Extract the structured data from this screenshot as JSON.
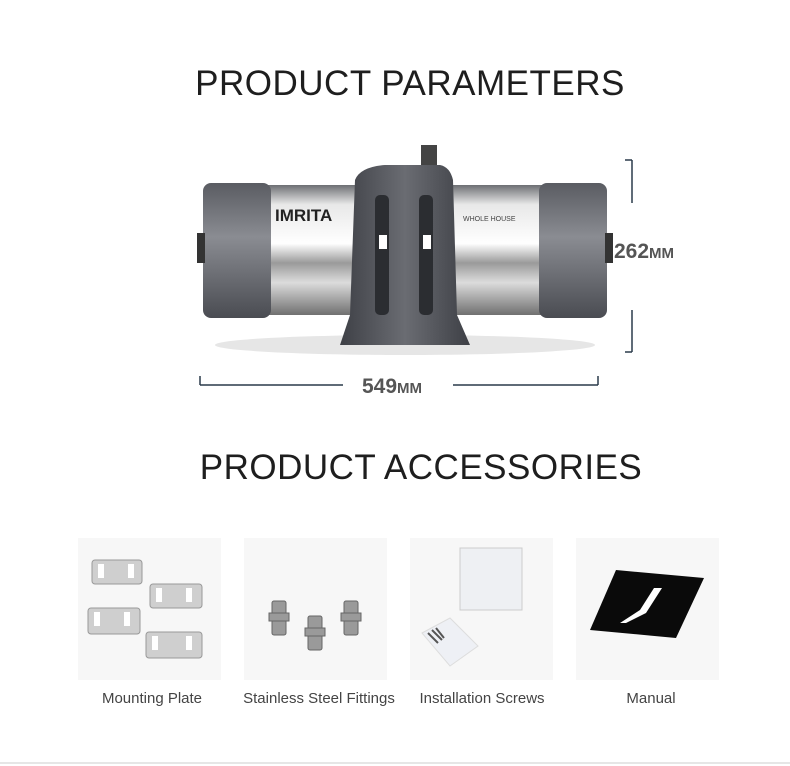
{
  "parameters": {
    "title": "PRODUCT PARAMETERS",
    "height_value": "262",
    "width_value": "549",
    "unit": "MM",
    "product_logo": "IMRITA",
    "product_badge": "WHOLE HOUSE",
    "line_color": "#2a3a4a"
  },
  "accessories": {
    "title": "PRODUCT ACCESSORIES",
    "items": [
      {
        "label": "Mounting Plate",
        "icon": "mounting-plate-image"
      },
      {
        "label": "Stainless Steel Fittings",
        "icon": "fittings-image"
      },
      {
        "label": "Installation Screws",
        "icon": "screws-image"
      },
      {
        "label": "Manual",
        "icon": "manual-image"
      }
    ]
  }
}
